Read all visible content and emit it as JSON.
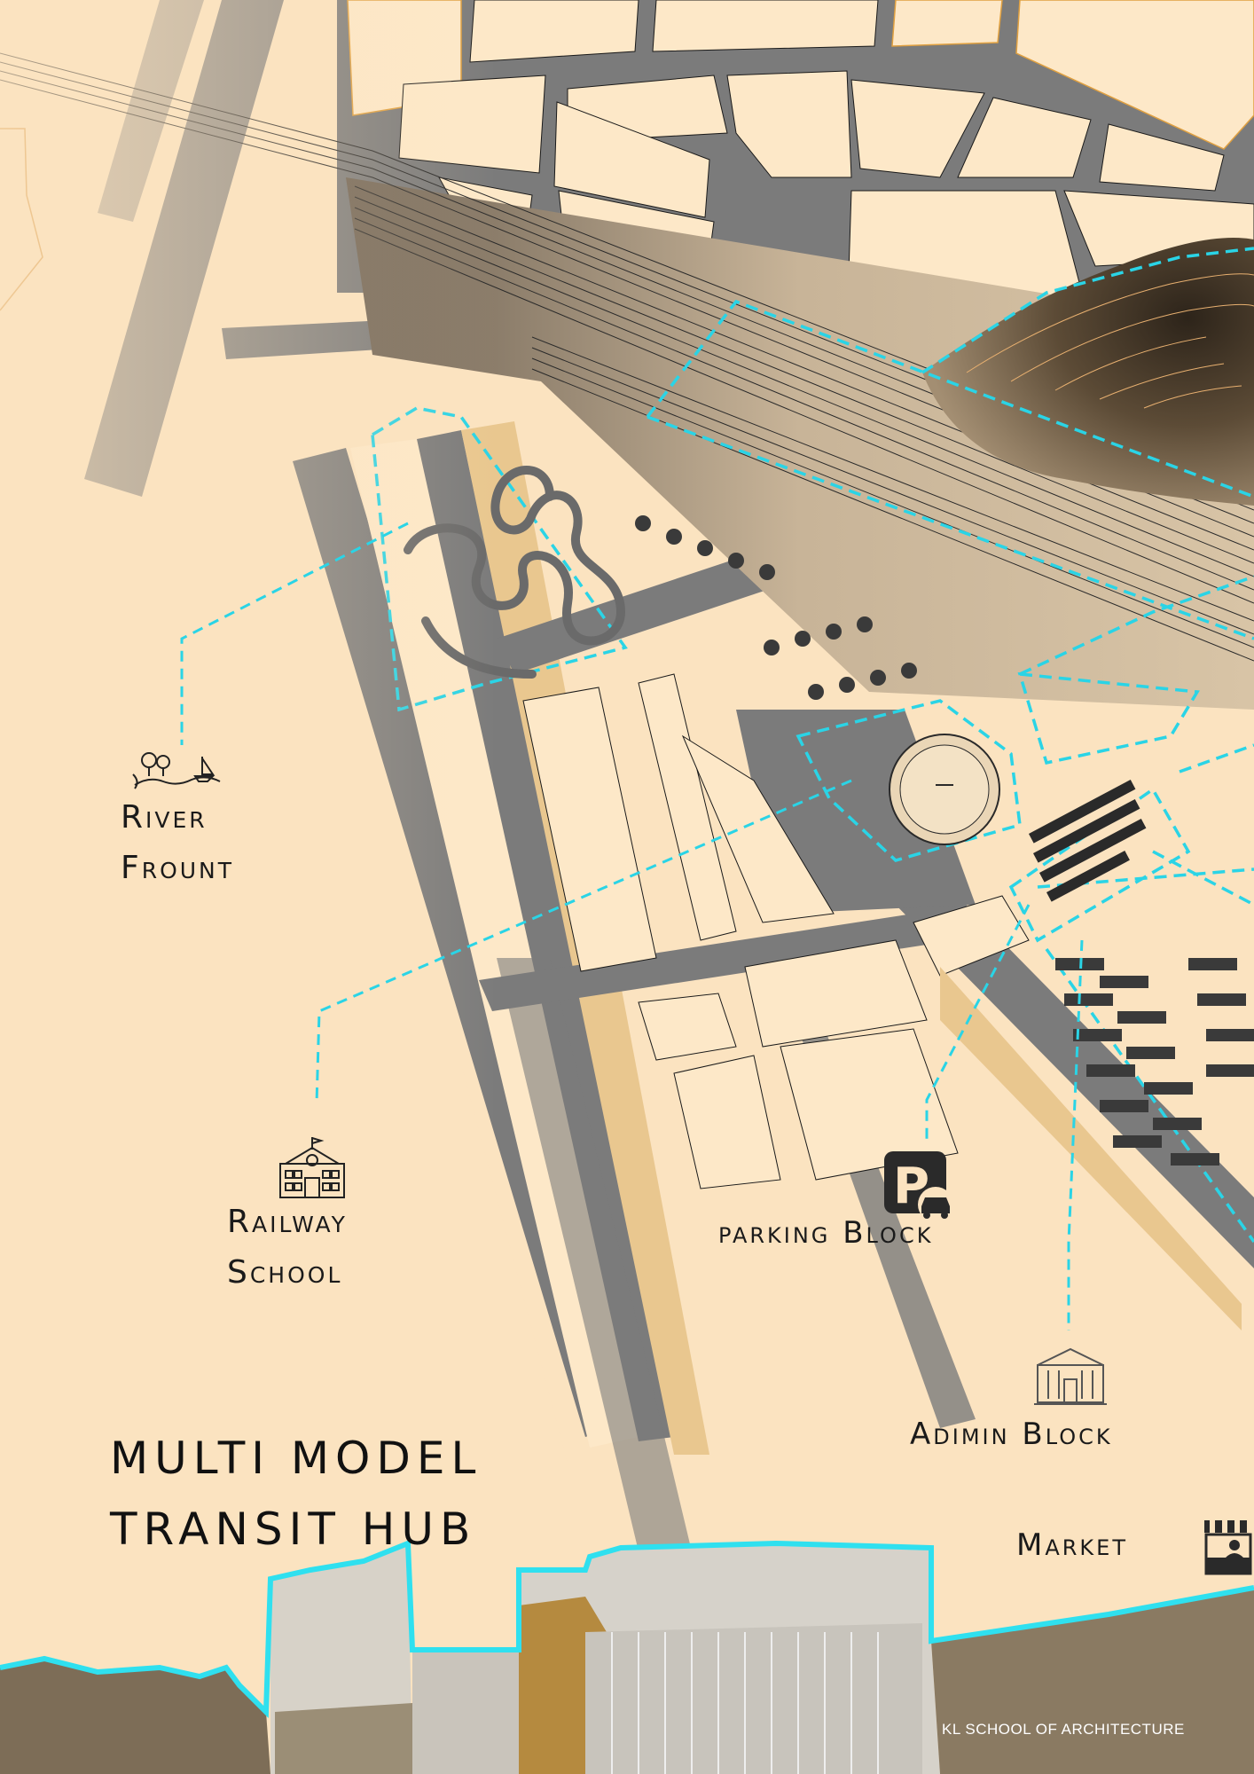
{
  "map": {
    "title_line1": "MULTI MODEL",
    "title_line2": "TRANSIT HUB",
    "credit": "KL SCHOOL OF ARCHITECTURE",
    "labels": {
      "river_line1": "River",
      "river_line2": "Frount",
      "school_line1": "Railway",
      "school_line2": "School",
      "parking": "parking Block",
      "admin": "Adimin Block",
      "market": "Market"
    },
    "icons": [
      "river-icon",
      "school-icon",
      "parking-icon",
      "admin-icon",
      "market-icon"
    ],
    "colors": {
      "background": "#fbe3c0",
      "block": "#fde8c8",
      "road": "#7b7b7b",
      "callout": "#2ad4e6",
      "rail_land": "#b9a48a",
      "hill": "#5a4a36",
      "photo_tint": "#8a7a62"
    }
  }
}
